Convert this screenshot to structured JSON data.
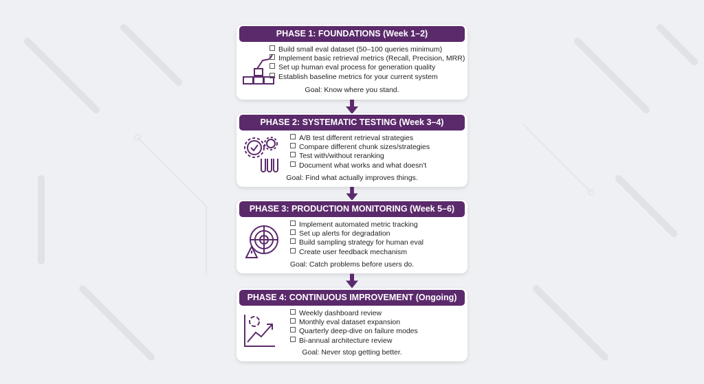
{
  "colors": {
    "accent": "#5b2a6b",
    "background": "#eef0f3"
  },
  "phases": [
    {
      "title": "PHASE 1: FOUNDATIONS (Week 1–2)",
      "icon": "hand-blocks-icon",
      "items": [
        "Build small eval dataset (50–100 queries minimum)",
        "Implement basic retrieval metrics (Recall, Precision, MRR)",
        "Set up human eval process for generation quality",
        "Establish baseline metrics for your current system"
      ],
      "goal": "Goal: Know where you stand."
    },
    {
      "title": "PHASE 2: SYSTEMATIC TESTING (Week 3–4)",
      "icon": "gears-test-tubes-icon",
      "items": [
        "A/B test different retrieval strategies",
        "Compare different chunk sizes/strategies",
        "Test with/without reranking",
        "Document what works and what doesn't"
      ],
      "goal": "Goal: Find what actually improves things."
    },
    {
      "title": "PHASE 3: PRODUCTION MONITORING (Week 5–6)",
      "icon": "radar-alert-icon",
      "items": [
        "Implement automated metric tracking",
        "Set up alerts for degradation",
        "Build sampling strategy for human eval",
        "Create user feedback mechanism"
      ],
      "goal": "Goal: Catch problems before users do."
    },
    {
      "title": "PHASE 4: CONTINUOUS IMPROVEMENT (Ongoing)",
      "icon": "growth-chart-icon",
      "items": [
        "Weekly dashboard review",
        "Monthly eval dataset expansion",
        "Quarterly deep-dive on failure modes",
        "Bi-annual architecture review"
      ],
      "goal": "Goal: Never stop getting better."
    }
  ]
}
